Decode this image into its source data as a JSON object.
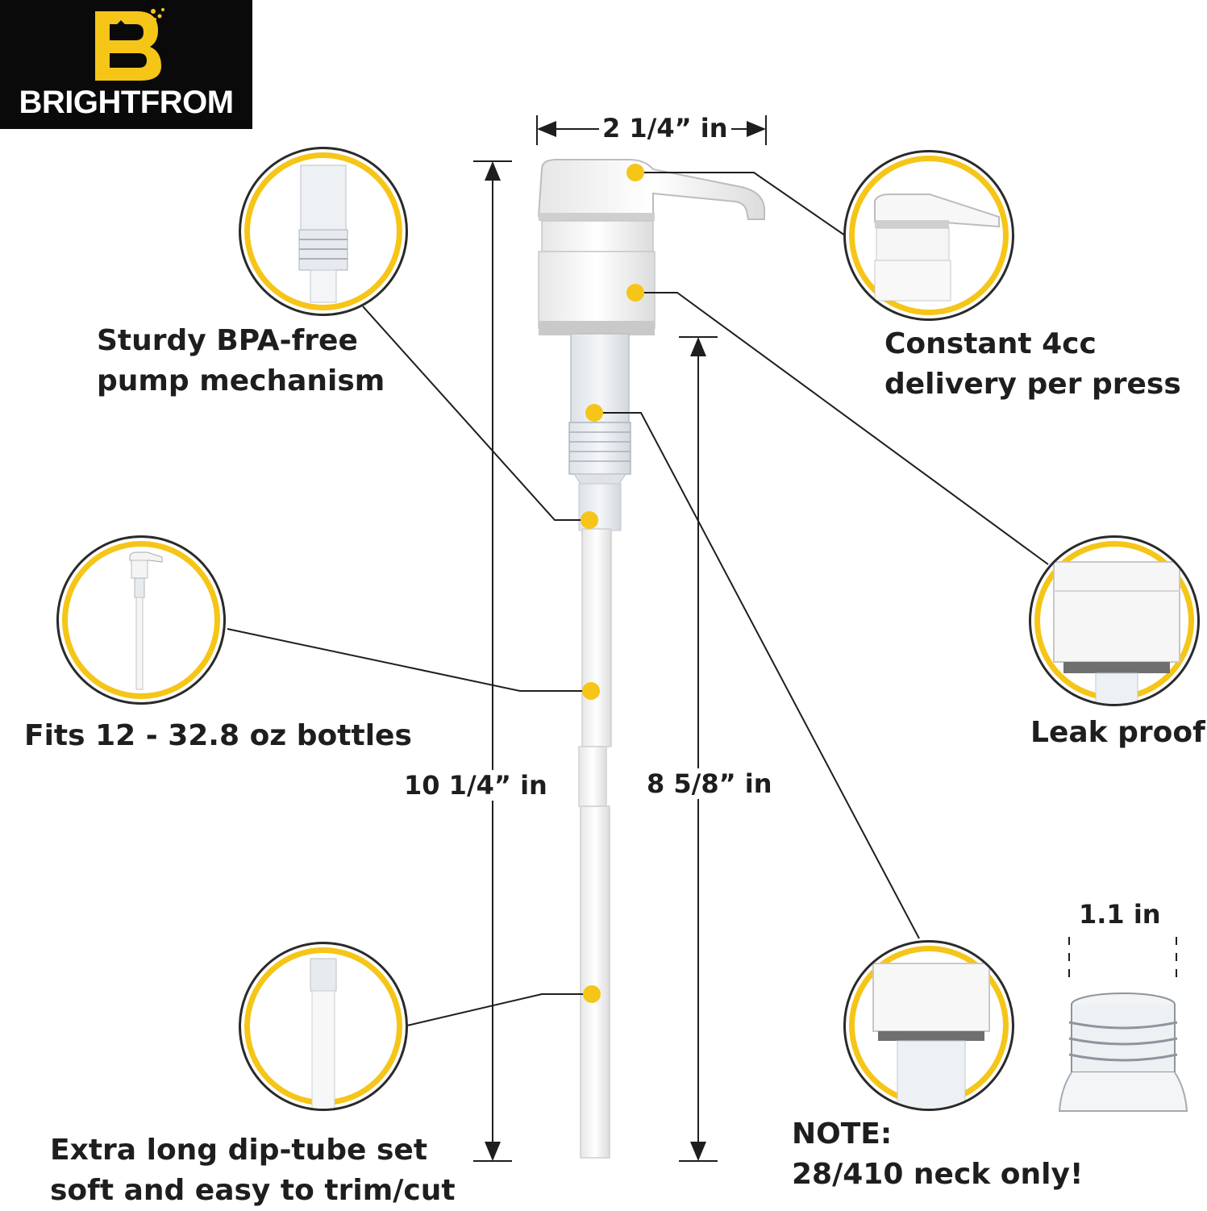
{
  "brand": {
    "name": "BRIGHTFROM",
    "accent": "#f5c518"
  },
  "dimensions": {
    "width": "2 1/4” in",
    "total_height": "10 1/4” in",
    "tube_height": "8 5/8” in",
    "neck_width": "1.1 in"
  },
  "features": {
    "pump": {
      "line1": "Sturdy BPA-free",
      "line2": "pump mechanism"
    },
    "delivery": {
      "line1": "Constant 4cc",
      "line2": "delivery per press"
    },
    "fits": {
      "text": "Fits 12 - 32.8 oz bottles"
    },
    "leak": {
      "text": "Leak proof"
    },
    "tube": {
      "line1": "Extra long dip-tube set",
      "line2": "soft and easy to trim/cut"
    }
  },
  "note": {
    "title": "NOTE:",
    "text": "28/410 neck only!"
  }
}
